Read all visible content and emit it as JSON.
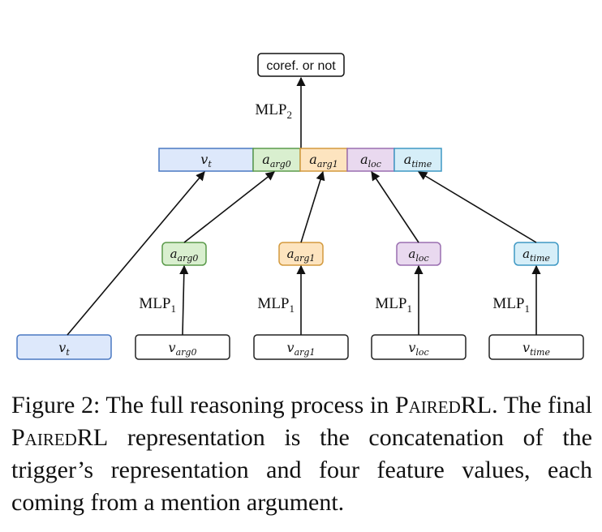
{
  "diagram": {
    "output_label": "coref. or not",
    "mlp2_label": "MLP",
    "mlp2_sub": "2",
    "mlp1_label": "MLP",
    "mlp1_sub": "1",
    "concat": [
      {
        "base": "v",
        "sub": "t",
        "color": "#dde8fb",
        "stroke": "#4a78c2"
      },
      {
        "base": "a",
        "sub": "arg0",
        "color": "#d9efcf",
        "stroke": "#5a9a4a"
      },
      {
        "base": "a",
        "sub": "arg1",
        "color": "#fde4bf",
        "stroke": "#d39a3e"
      },
      {
        "base": "a",
        "sub": "loc",
        "color": "#e9d9ef",
        "stroke": "#9a6fb0"
      },
      {
        "base": "a",
        "sub": "time",
        "color": "#d6eef8",
        "stroke": "#3e98c4"
      }
    ],
    "features": [
      {
        "base": "a",
        "sub": "arg0",
        "color": "#d9efcf",
        "stroke": "#5a9a4a"
      },
      {
        "base": "a",
        "sub": "arg1",
        "color": "#fde4bf",
        "stroke": "#d39a3e"
      },
      {
        "base": "a",
        "sub": "loc",
        "color": "#e9d9ef",
        "stroke": "#9a6fb0"
      },
      {
        "base": "a",
        "sub": "time",
        "color": "#d6eef8",
        "stroke": "#3e98c4"
      }
    ],
    "inputs": [
      {
        "base": "v",
        "sub": "t",
        "color": "#dde8fb",
        "stroke": "#4a78c2"
      },
      {
        "base": "v",
        "sub": "arg0",
        "color": "#ffffff",
        "stroke": "#222222"
      },
      {
        "base": "v",
        "sub": "arg1",
        "color": "#ffffff",
        "stroke": "#222222"
      },
      {
        "base": "v",
        "sub": "loc",
        "color": "#ffffff",
        "stroke": "#222222"
      },
      {
        "base": "v",
        "sub": "time",
        "color": "#ffffff",
        "stroke": "#222222"
      }
    ]
  },
  "caption": {
    "prefix": "Figure 2:  The full reasoning process in ",
    "name1": "PairedRL",
    "mid1": ".  The final ",
    "name2": "PairedRL",
    "rest": "  representation is the concatenation of the trigger’s representation and four feature values, each coming from a mention argument."
  }
}
